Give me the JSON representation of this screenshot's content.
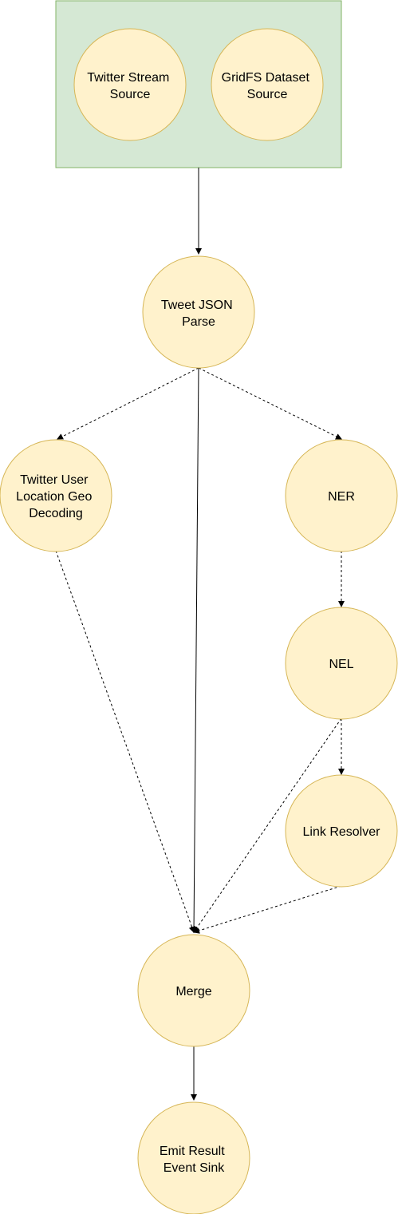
{
  "diagram": {
    "group": {
      "name": "sources"
    },
    "nodes": {
      "twitter_stream": {
        "lines": [
          "Twitter Stream",
          "Source"
        ]
      },
      "gridfs": {
        "lines": [
          "GridFS Dataset",
          "Source"
        ]
      },
      "tweet_parse": {
        "lines": [
          "Tweet JSON",
          "Parse"
        ]
      },
      "geo": {
        "lines": [
          "Twitter User",
          "Location Geo",
          "Decoding"
        ]
      },
      "ner": {
        "lines": [
          "NER"
        ]
      },
      "nel": {
        "lines": [
          "NEL"
        ]
      },
      "link_resolver": {
        "lines": [
          "Link Resolver"
        ]
      },
      "merge": {
        "lines": [
          "Merge"
        ]
      },
      "emit": {
        "lines": [
          "Emit Result",
          "Event Sink"
        ]
      }
    },
    "edges": [
      {
        "from": "sources",
        "to": "tweet_parse",
        "style": "solid"
      },
      {
        "from": "tweet_parse",
        "to": "geo",
        "style": "dashed"
      },
      {
        "from": "tweet_parse",
        "to": "ner",
        "style": "dashed"
      },
      {
        "from": "tweet_parse",
        "to": "merge",
        "style": "solid"
      },
      {
        "from": "geo",
        "to": "merge",
        "style": "dashed"
      },
      {
        "from": "ner",
        "to": "nel",
        "style": "dashed"
      },
      {
        "from": "nel",
        "to": "link_resolver",
        "style": "dashed"
      },
      {
        "from": "nel",
        "to": "merge",
        "style": "dashed"
      },
      {
        "from": "link_resolver",
        "to": "merge",
        "style": "dashed"
      },
      {
        "from": "merge",
        "to": "emit",
        "style": "solid"
      }
    ],
    "colors": {
      "node_fill": "#fff2cc",
      "node_stroke": "#d6b656",
      "group_fill": "#d5e8d4",
      "group_stroke": "#82b366",
      "edge": "#000000"
    }
  }
}
